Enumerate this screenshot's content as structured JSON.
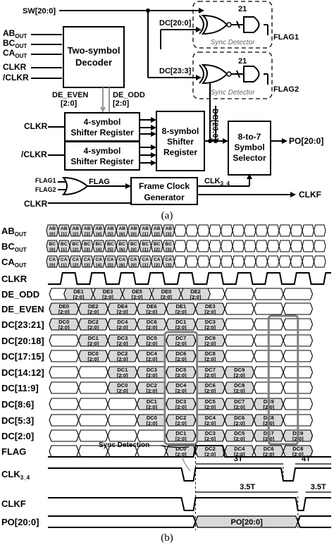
{
  "captions": {
    "a": "(a)",
    "b": "(b)"
  },
  "block_diagram": {
    "inputs": {
      "sw": "SW[20:0]",
      "ab": "AB",
      "bc": "BC",
      "ca": "CA",
      "out_sub": "OUT",
      "clkr": "CLKR",
      "clkr_bar": "/CLKR",
      "clkr2": "CLKR",
      "clkr_bar2": "/CLKR",
      "flag1_in": "FLAG1",
      "flag2_in": "FLAG2",
      "clkr3": "CLKR"
    },
    "decoder": {
      "line1": "Two-symbol",
      "line2": "Decoder"
    },
    "de_even": {
      "name": "DE_EVEN",
      "bits": "[2:0]"
    },
    "de_odd": {
      "name": "DE_ODD",
      "bits": "[2:0]"
    },
    "shifter_top": {
      "line1": "4-symbol",
      "line2": "Shifter Register"
    },
    "shifter_bot": {
      "line1": "4-symbol",
      "line2": "Shifter Register"
    },
    "shifter8": {
      "line1": "8-symbol",
      "line2": "Shifter",
      "line3": "Register"
    },
    "dc_bus": "DC[23:0]",
    "selector": {
      "line1": "8-to-7",
      "line2": "Symbol",
      "line3": "Selector"
    },
    "po": "PO[20:0]",
    "dc_top": "DC[20:0]",
    "dc_bot": "DC[23:3]",
    "count1": "21",
    "count2": "21",
    "sync1": "Sync Detector",
    "sync2": "Sync Detector",
    "flag1": "FLAG1",
    "flag2": "FLAG2",
    "flag": "FLAG",
    "fcg": {
      "line1": "Frame Clock",
      "line2": "Generator"
    },
    "clk34": "CLK",
    "clk34_sub": "3_4",
    "clkf": "CLKF"
  },
  "timing": {
    "signals": [
      {
        "name": "AB",
        "sub": "OUT"
      },
      {
        "name": "BC",
        "sub": "OUT"
      },
      {
        "name": "CA",
        "sub": "OUT"
      },
      {
        "name": "CLKR",
        "sub": ""
      },
      {
        "name": "DE_ODD",
        "sub": ""
      },
      {
        "name": "DE_EVEN",
        "sub": ""
      },
      {
        "name": "DC[23:21]",
        "sub": ""
      },
      {
        "name": "DC[20:18]",
        "sub": ""
      },
      {
        "name": "DC[17:15]",
        "sub": ""
      },
      {
        "name": "DC[14:12]",
        "sub": ""
      },
      {
        "name": "DC[11:9]",
        "sub": ""
      },
      {
        "name": "DC[8:6]",
        "sub": ""
      },
      {
        "name": "DC[5:3]",
        "sub": ""
      },
      {
        "name": "DC[2:0]",
        "sub": ""
      },
      {
        "name": "FLAG",
        "sub": ""
      },
      {
        "name": "CLK",
        "sub": "3_4"
      },
      {
        "name": "CLKF",
        "sub": ""
      },
      {
        "name": "PO[20:0]",
        "sub": ""
      }
    ],
    "ab_cells": [
      "AB [0]",
      "AB [1]",
      "AB [2]",
      "AB [3]",
      "AB [4]",
      "AB [5]",
      "AB [6]",
      "AB [0]",
      "AB [1]",
      "AB [2]",
      "AB [3]"
    ],
    "bc_cells": [
      "BC [0]",
      "BC [1]",
      "BC [2]",
      "BC [3]",
      "BC [4]",
      "BC [5]",
      "BC [6]",
      "BC [0]",
      "BC [1]",
      "BC [2]",
      "BC [3]"
    ],
    "ca_cells": [
      "CA [0]",
      "CA [1]",
      "CA [2]",
      "CA [3]",
      "CA [4]",
      "CA [5]",
      "CA [6]",
      "CA [0]",
      "CA [1]",
      "CA [2]",
      "CA [3]"
    ],
    "de_odd_cells": [
      "DE1 [2:0]",
      "DE3 [2:0]",
      "DE5 [2:0]",
      "DE0 [2:0]",
      "DE2 [2:0]"
    ],
    "de_even_cells": [
      "DE0 [2:0]",
      "DE2 [2:0]",
      "DE4 [2:0]",
      "DE6 [2:0]",
      "DE1 [2:0]",
      "DE3 [2:0]"
    ],
    "dc_rows": [
      {
        "cells": [
          {
            "t": "DC0 [2:0]",
            "s": 0
          },
          {
            "t": "DC2 [2:0]",
            "s": 1
          },
          {
            "t": "DC4 [2:0]",
            "s": 2
          },
          {
            "t": "DC6 [2:0]",
            "s": 3
          },
          {
            "t": "DC1 [2:0]",
            "s": 4
          },
          {
            "t": "DC3 [2:0]",
            "s": 5
          }
        ]
      },
      {
        "cells": [
          {
            "t": "DC1 [2:0]",
            "s": 1
          },
          {
            "t": "DC3 [2:0]",
            "s": 2
          },
          {
            "t": "DC5 [2:0]",
            "s": 3
          },
          {
            "t": "DC7 [2:0]",
            "s": 4
          },
          {
            "t": "DC9 [2:0]",
            "s": 5
          }
        ]
      },
      {
        "cells": [
          {
            "t": "DC0 [2:0]",
            "s": 1
          },
          {
            "t": "DC2 [2:0]",
            "s": 2
          },
          {
            "t": "DC4 [2:0]",
            "s": 3
          },
          {
            "t": "DC6 [2:0]",
            "s": 4
          },
          {
            "t": "DC8 [2:0]",
            "s": 5
          }
        ]
      },
      {
        "cells": [
          {
            "t": "DC1 [2:0]",
            "s": 2
          },
          {
            "t": "DC3 [2:0]",
            "s": 3
          },
          {
            "t": "DC5 [2:0]",
            "s": 4
          },
          {
            "t": "DC7 [2:0]",
            "s": 5
          },
          {
            "t": "DC9 [2:0]",
            "s": 6
          }
        ]
      },
      {
        "cells": [
          {
            "t": "DC0 [2:0]",
            "s": 2
          },
          {
            "t": "DC2 [2:0]",
            "s": 3
          },
          {
            "t": "DC4 [2:0]",
            "s": 4
          },
          {
            "t": "DC6 [2:0]",
            "s": 5
          },
          {
            "t": "DC8 [2:0]",
            "s": 6
          }
        ]
      },
      {
        "cells": [
          {
            "t": "DC1 [2:0]",
            "s": 3
          },
          {
            "t": "DC3 [2:0]",
            "s": 4
          },
          {
            "t": "DC5 [2:0]",
            "s": 5
          },
          {
            "t": "DC7 [2:0]",
            "s": 6
          },
          {
            "t": "DC9 [2:0]",
            "s": 7
          }
        ]
      },
      {
        "cells": [
          {
            "t": "DC0 [2:0]",
            "s": 3
          },
          {
            "t": "DC2 [2:0]",
            "s": 4
          },
          {
            "t": "DC4 [2:0]",
            "s": 5
          },
          {
            "t": "DC6 [2:0]",
            "s": 6
          },
          {
            "t": "DC8 [2:0]",
            "s": 7
          }
        ]
      },
      {
        "cells": [
          {
            "t": "DC1 [2:0]",
            "s": 4
          },
          {
            "t": "DC3 [2:0]",
            "s": 5
          },
          {
            "t": "DC5 [2:0]",
            "s": 6
          },
          {
            "t": "DC7 [2:0]",
            "s": 7
          },
          {
            "t": "DC9 [2:0]",
            "s": 8
          }
        ]
      },
      {
        "cells": [
          {
            "t": "DC0 [2:0]",
            "s": 4
          },
          {
            "t": "DC2 [2:0]",
            "s": 5
          },
          {
            "t": "DC4 [2:0]",
            "s": 6
          },
          {
            "t": "DC6 [2:0]",
            "s": 7
          },
          {
            "t": "DC8 [2:0]",
            "s": 8
          }
        ]
      }
    ],
    "sync_detection": "Sync Detection",
    "t3": "3T",
    "t4": "4T",
    "t35a": "3.5T",
    "t35b": "3.5T",
    "po_cell": "PO[20:0]"
  },
  "colors": {
    "cell_fill": "#d9d9d9",
    "highlight": "#808080",
    "gray_wire": "#999999",
    "sync_text": "#666666"
  }
}
